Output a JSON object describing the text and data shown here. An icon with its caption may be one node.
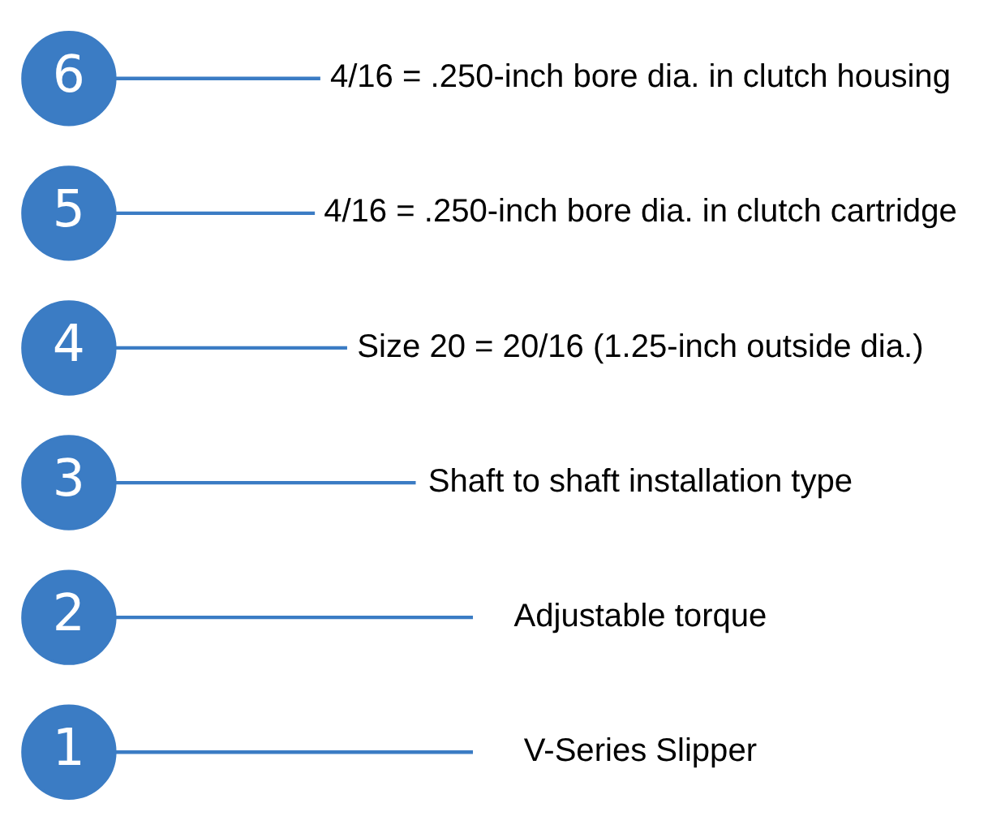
{
  "diagram": {
    "nodes": [
      {
        "text": [
          "1"
        ]
      },
      {
        "text": [
          "2"
        ]
      },
      {
        "text": [
          "3"
        ]
      },
      {
        "text": [
          "4"
        ]
      },
      {
        "text": [
          "5"
        ]
      },
      {
        "text": [
          "6"
        ]
      },
      {
        "text": [
          "4/16 = .250-inch bore dia. in clutch housing"
        ]
      },
      {
        "text": [
          "4/16 = .250-inch bore dia. in clutch cartridge"
        ]
      },
      {
        "text": [
          "Size 20 = 20/16 (1.25-inch outside dia.)"
        ]
      },
      {
        "text": [
          "Shaft to shaft installation type"
        ]
      },
      {
        "text": [
          "Adjustable torque"
        ]
      },
      {
        "text": [
          "V-Series Slipper"
        ]
      }
    ],
    "edges": [
      {
        "from": 5,
        "to": 6,
        "arrow": "none"
      },
      {
        "from": 4,
        "to": 7,
        "arrow": "none"
      },
      {
        "from": 3,
        "to": 8,
        "arrow": "none"
      },
      {
        "from": 2,
        "to": 9,
        "arrow": "none"
      },
      {
        "from": 1,
        "to": 10,
        "arrow": "none"
      },
      {
        "from": 0,
        "to": 11,
        "arrow": "none"
      }
    ]
  }
}
